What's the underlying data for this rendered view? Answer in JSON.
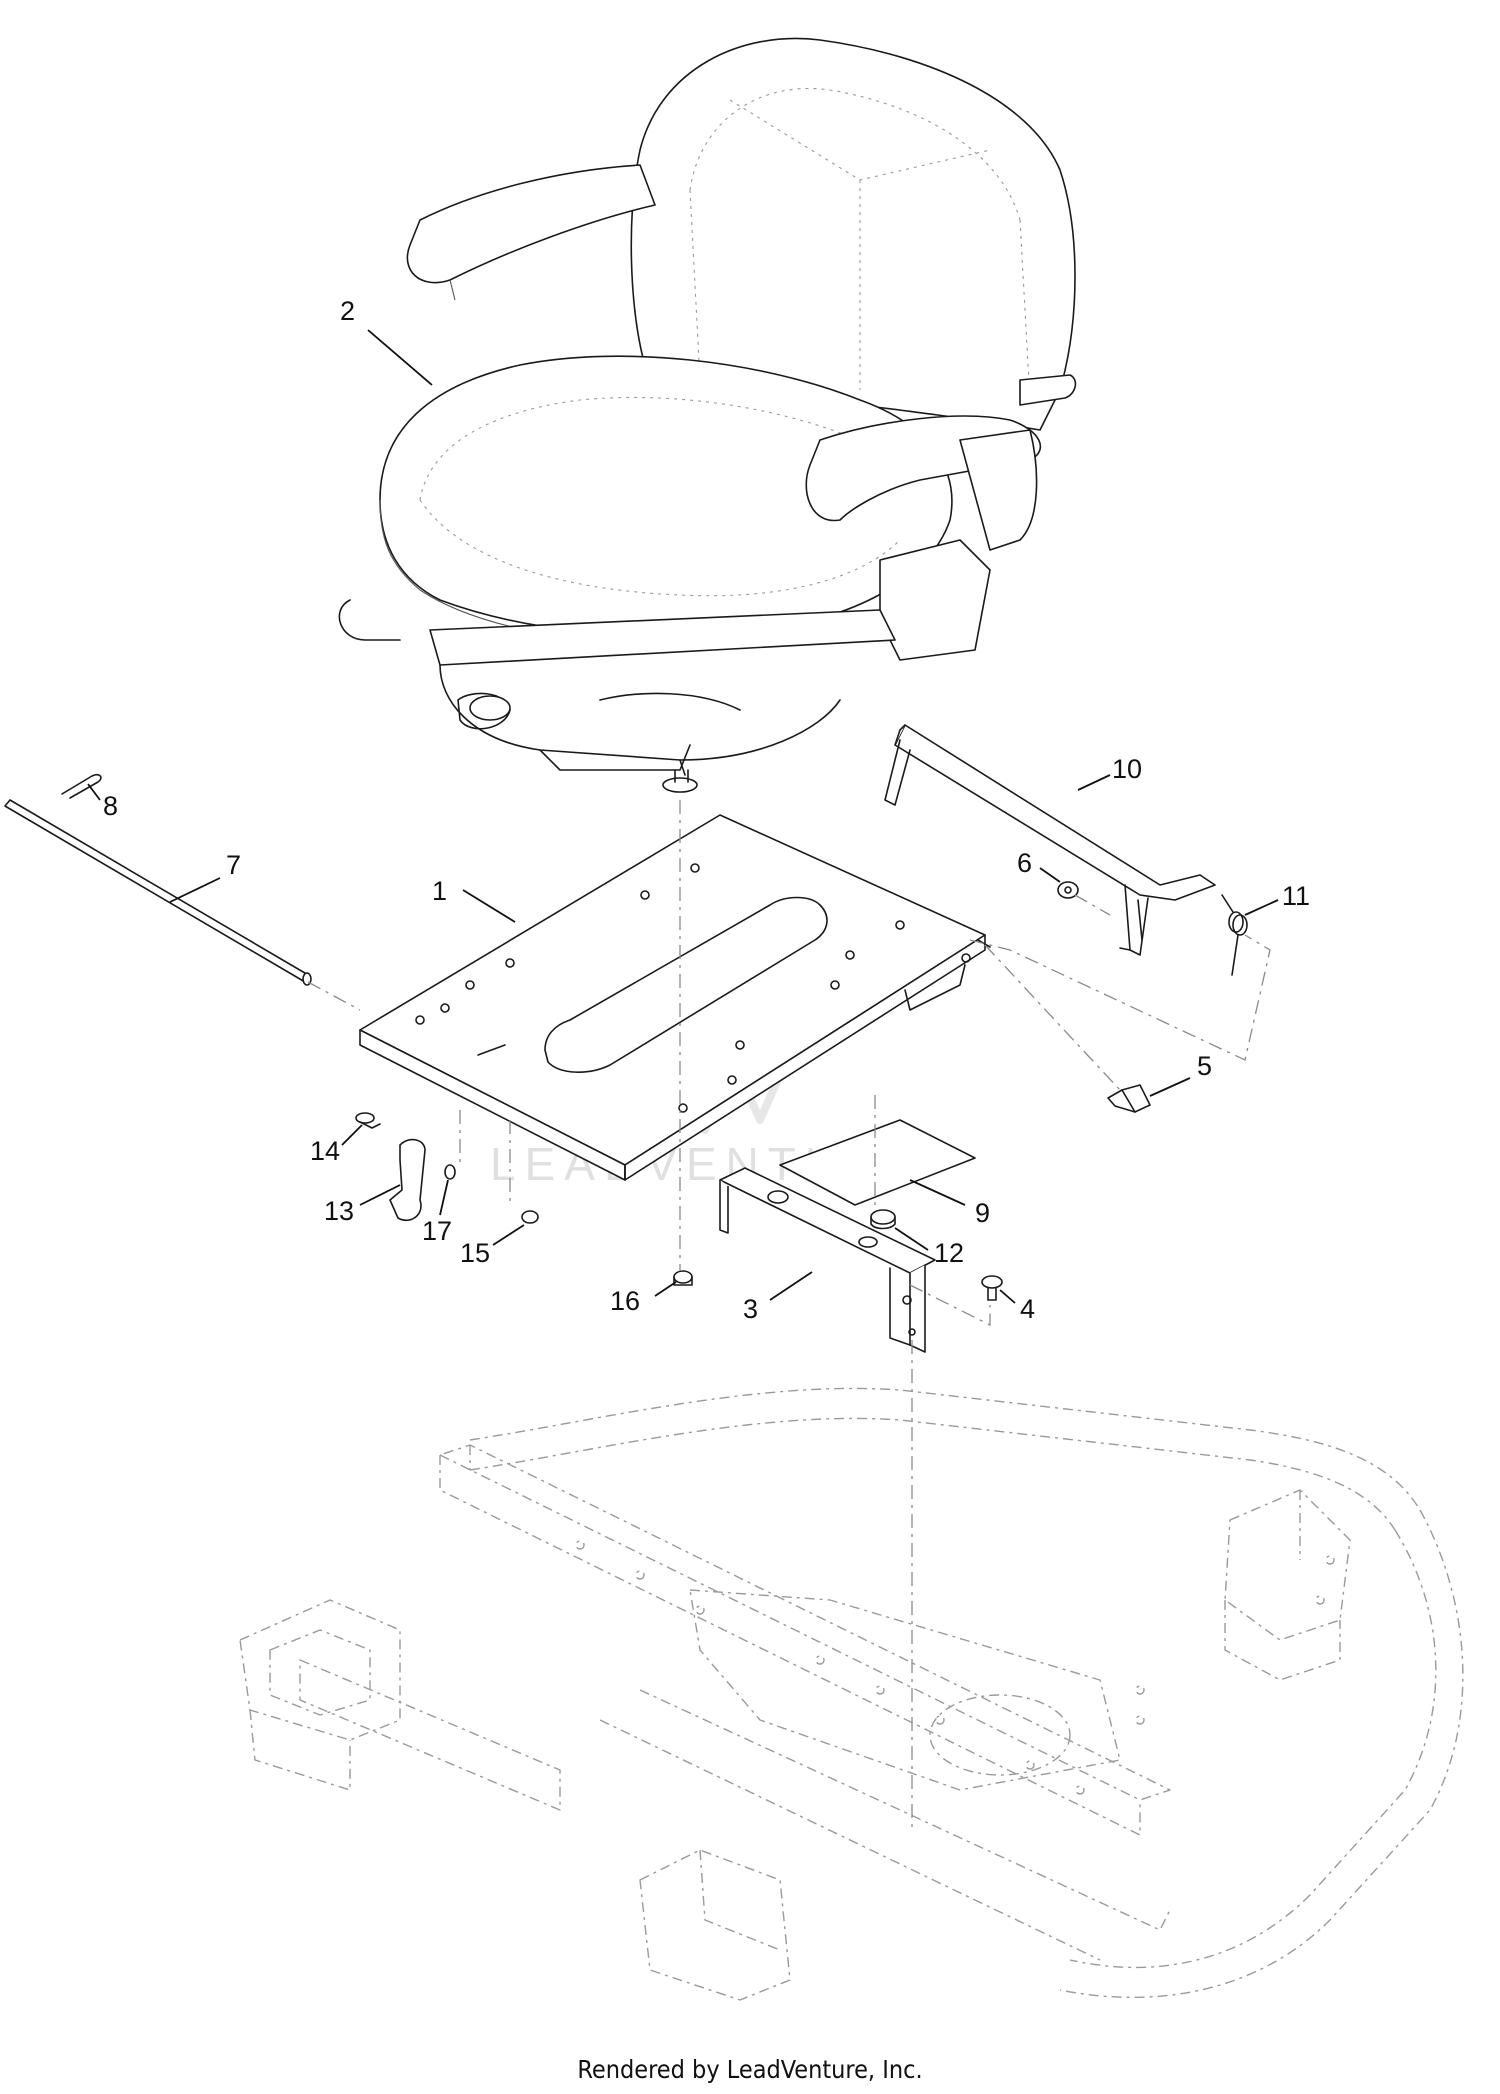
{
  "callouts": [
    {
      "label": "1"
    },
    {
      "label": "2"
    },
    {
      "label": "3"
    },
    {
      "label": "4"
    },
    {
      "label": "5"
    },
    {
      "label": "6"
    },
    {
      "label": "7"
    },
    {
      "label": "8"
    },
    {
      "label": "9"
    },
    {
      "label": "10"
    },
    {
      "label": "11"
    },
    {
      "label": "12"
    },
    {
      "label": "13"
    },
    {
      "label": "14"
    },
    {
      "label": "15"
    },
    {
      "label": "16"
    },
    {
      "label": "17"
    }
  ],
  "watermark": {
    "text": "LEADVENTURE"
  },
  "footer": {
    "text": "Rendered by LeadVenture, Inc."
  }
}
